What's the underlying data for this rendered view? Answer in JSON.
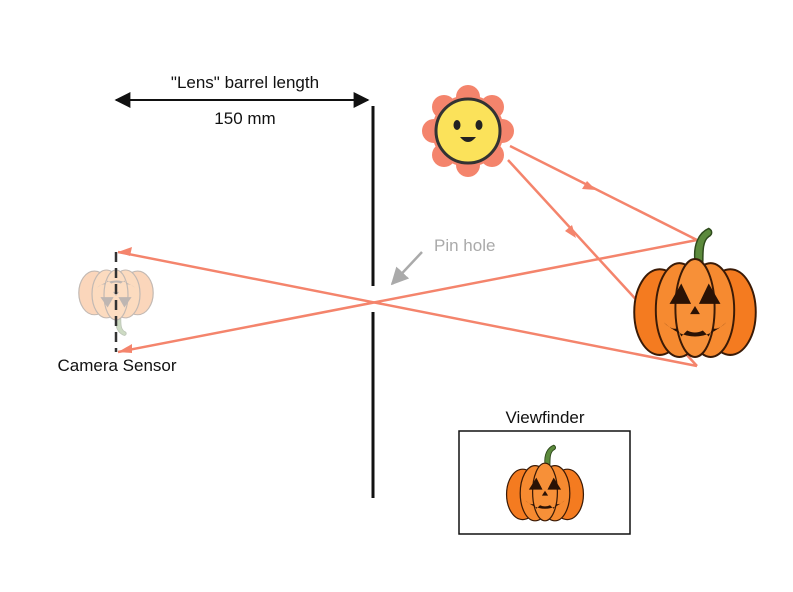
{
  "labels": {
    "barrel": "\"Lens\" barrel length",
    "length": "150 mm",
    "pinhole": "Pin hole",
    "sensor": "Camera Sensor",
    "viewfinder": "Viewfinder"
  },
  "colors": {
    "ray": "#f4846c",
    "pinhole_label": "#aaaaaa",
    "barrier": "#111111",
    "sun_body": "#fbe25a",
    "sun_petals": "#f4846c",
    "pumpkin": "#f47b20",
    "pumpkin_dark": "#c85a10",
    "stem": "#5c8a3c"
  },
  "icons": {
    "sun": "smiling-sun-icon",
    "pumpkin": "jack-o-lantern-icon"
  }
}
